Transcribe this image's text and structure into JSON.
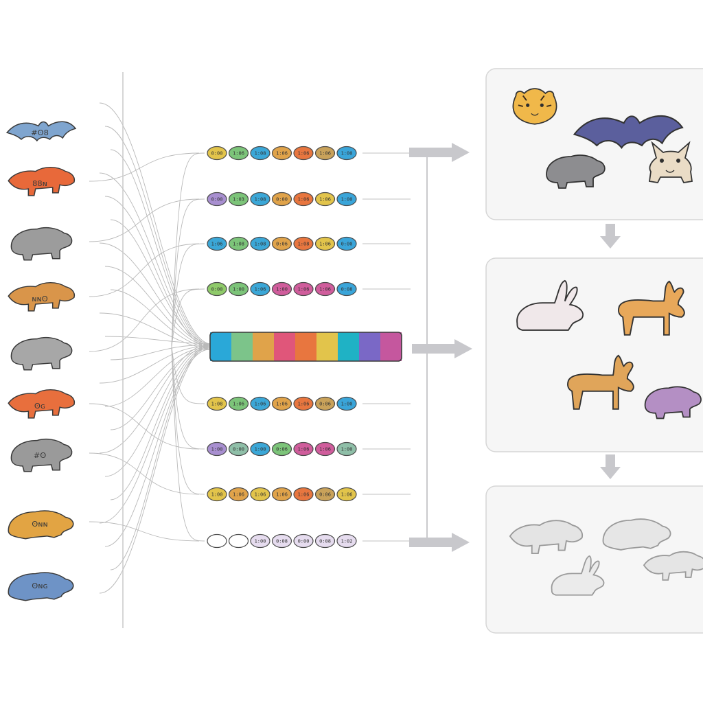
{
  "source_animals": [
    {
      "kind": "bat",
      "color": "#7fa5cf",
      "label": "#ʘ8"
    },
    {
      "kind": "lizard",
      "color": "#e8693a",
      "label": "88ɴ"
    },
    {
      "kind": "hippo",
      "color": "#9c9c9c",
      "label": ""
    },
    {
      "kind": "lizard",
      "color": "#d9954a",
      "label": "ɴɴʘ"
    },
    {
      "kind": "hippo",
      "color": "#a7a7a7",
      "label": ""
    },
    {
      "kind": "lizard",
      "color": "#e86f3d",
      "label": "ʘɢ"
    },
    {
      "kind": "hippo",
      "color": "#9a9a9a",
      "label": "#ʘ"
    },
    {
      "kind": "rodent",
      "color": "#e2a443",
      "label": "ʘɴɴ"
    },
    {
      "kind": "rodent",
      "color": "#6e93c6",
      "label": "ʘɴɢ"
    }
  ],
  "token_rows": [
    {
      "tokens": [
        {
          "color": "#e2c44b",
          "label": "0:00"
        },
        {
          "color": "#7cc479",
          "label": "1:06"
        },
        {
          "color": "#3ba7d7",
          "label": "1:08"
        },
        {
          "color": "#e0a34a",
          "label": "1:06"
        },
        {
          "color": "#e8763f",
          "label": "1:06"
        },
        {
          "color": "#c9a25a",
          "label": "1:06"
        },
        {
          "color": "#3aa5d9",
          "label": "1:00"
        }
      ]
    },
    {
      "tokens": [
        {
          "color": "#a88fd0",
          "label": "0:00"
        },
        {
          "color": "#7cc479",
          "label": "1:03"
        },
        {
          "color": "#3ba7d7",
          "label": "1:08"
        },
        {
          "color": "#e0a34a",
          "label": "0:00"
        },
        {
          "color": "#e8763f",
          "label": "1:06"
        },
        {
          "color": "#e2c44b",
          "label": "1:06"
        },
        {
          "color": "#3aa5d9",
          "label": "1:00"
        }
      ]
    },
    {
      "tokens": [
        {
          "color": "#3ba7d7",
          "label": "1:06"
        },
        {
          "color": "#7cc479",
          "label": "1:08"
        },
        {
          "color": "#3ba7d7",
          "label": "1:08"
        },
        {
          "color": "#e0a34a",
          "label": "0:06"
        },
        {
          "color": "#e8763f",
          "label": "1:08"
        },
        {
          "color": "#e2c44b",
          "label": "1:06"
        },
        {
          "color": "#3aa5d9",
          "label": "0:00"
        }
      ]
    },
    {
      "tokens": [
        {
          "color": "#8fca6a",
          "label": "0:00"
        },
        {
          "color": "#7cc479",
          "label": "1:00"
        },
        {
          "color": "#3ba7d7",
          "label": "1:06"
        },
        {
          "color": "#d05d9c",
          "label": "1:00"
        },
        {
          "color": "#d05d9c",
          "label": "1:06"
        },
        {
          "color": "#d05d9c",
          "label": "1:06"
        },
        {
          "color": "#3aa5d9",
          "label": "0:08"
        }
      ]
    },
    {
      "tokens": [
        {
          "color": "#e2c44b",
          "label": "1:08"
        },
        {
          "color": "#7cc479",
          "label": "1:06"
        },
        {
          "color": "#3ba7d7",
          "label": "1:06"
        },
        {
          "color": "#e0a34a",
          "label": "1:06"
        },
        {
          "color": "#e8763f",
          "label": "1:06"
        },
        {
          "color": "#c9a25a",
          "label": "0:06"
        },
        {
          "color": "#3aa5d9",
          "label": "1:00"
        }
      ]
    },
    {
      "tokens": [
        {
          "color": "#a88fd0",
          "label": "1:00"
        },
        {
          "color": "#8fbfa8",
          "label": "0:00"
        },
        {
          "color": "#3ba7d7",
          "label": "1:00"
        },
        {
          "color": "#7cc479",
          "label": "0:06"
        },
        {
          "color": "#d05d9c",
          "label": "1:06"
        },
        {
          "color": "#d05d9c",
          "label": "1:06"
        },
        {
          "color": "#8fbfa8",
          "label": "1:00"
        }
      ]
    },
    {
      "tokens": [
        {
          "color": "#e2c44b",
          "label": "1:00"
        },
        {
          "color": "#e0a34a",
          "label": "1:06"
        },
        {
          "color": "#e2c44b",
          "label": "1:06"
        },
        {
          "color": "#e0a34a",
          "label": "1:06"
        },
        {
          "color": "#e8763f",
          "label": "1:06"
        },
        {
          "color": "#c9a25a",
          "label": "0:06"
        },
        {
          "color": "#e2c44b",
          "label": "1:06"
        }
      ]
    },
    {
      "tokens": [
        {
          "color": "#ffffff",
          "label": ""
        },
        {
          "color": "#ffffff",
          "label": ""
        },
        {
          "color": "#e6dcef",
          "label": "1:00"
        },
        {
          "color": "#e6dcef",
          "label": "0:08"
        },
        {
          "color": "#e6dcef",
          "label": "0:00"
        },
        {
          "color": "#e6dcef",
          "label": "0:08"
        },
        {
          "color": "#e6dcef",
          "label": "1:02"
        }
      ]
    }
  ],
  "embedding_segments": [
    "#2aa8d8",
    "#7cc48a",
    "#e0a34a",
    "#e0567a",
    "#e8763f",
    "#e2c44b",
    "#1fb2c5",
    "#7a68c6",
    "#c5579e"
  ],
  "panel_colors": {
    "bg": "#f6f6f6",
    "border": "#d6d6d6",
    "arrow": "#c8c8cc",
    "wire": "#b9b9b9"
  },
  "output_panels": [
    {
      "animals": [
        {
          "kind": "tiger",
          "color": "#f0b84a"
        },
        {
          "kind": "bat",
          "color": "#5b5f9d"
        },
        {
          "kind": "hippo",
          "color": "#8d8d90"
        },
        {
          "kind": "cat",
          "color": "#eadcc6"
        }
      ]
    },
    {
      "animals": [
        {
          "kind": "rabbit",
          "color": "#f0e8ea"
        },
        {
          "kind": "deer",
          "color": "#e8a85a"
        },
        {
          "kind": "deer",
          "color": "#e0a55a"
        },
        {
          "kind": "hippo",
          "color": "#b48fc4"
        }
      ]
    },
    {
      "animals": [
        {
          "kind": "lizard",
          "color": "#e4e4e4"
        },
        {
          "kind": "rodent",
          "color": "#e6e6e6"
        },
        {
          "kind": "rabbit",
          "color": "#ebebeb"
        },
        {
          "kind": "lizard",
          "color": "#e5e5e5"
        }
      ]
    }
  ]
}
